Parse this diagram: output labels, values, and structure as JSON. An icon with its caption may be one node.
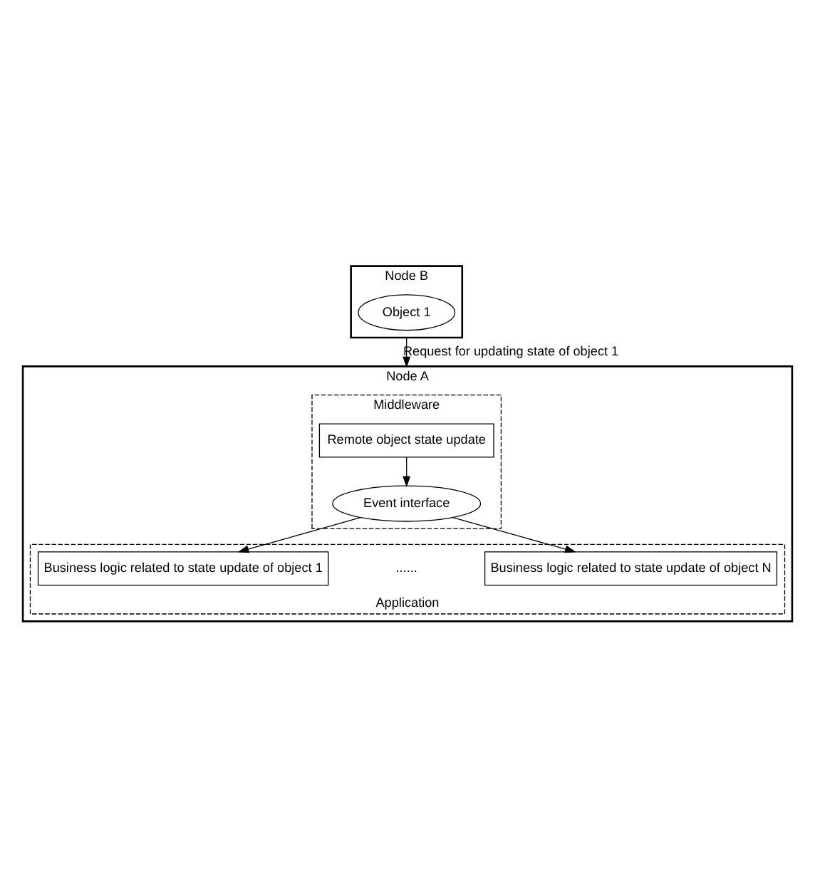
{
  "diagram": {
    "nodes": [
      {
        "text": [
          "Node B"
        ]
      },
      {
        "text": [
          "Object 1"
        ],
        "in": 0
      },
      {
        "text": [
          "Node A"
        ]
      },
      {
        "text": [
          "Middleware"
        ],
        "in": 2
      },
      {
        "text": [
          "Remote object state update"
        ],
        "in": 3
      },
      {
        "text": [
          "Event interface"
        ],
        "in": 3
      },
      {
        "text": [
          "Application"
        ],
        "in": 2
      },
      {
        "text": [
          "Business logic related to state update of object 1"
        ],
        "in": 6
      },
      {
        "text": [
          "Business logic related to state update of object N"
        ],
        "in": 6
      }
    ],
    "edges": [
      {
        "from": 0,
        "to": 2,
        "arrow": "to",
        "label": "Request for updating state of object 1"
      },
      {
        "from": 4,
        "to": 5,
        "arrow": "to"
      },
      {
        "from": 5,
        "to": 7,
        "arrow": "to"
      },
      {
        "from": 5,
        "to": 8,
        "arrow": "to"
      }
    ],
    "labels": [
      "......"
    ]
  }
}
